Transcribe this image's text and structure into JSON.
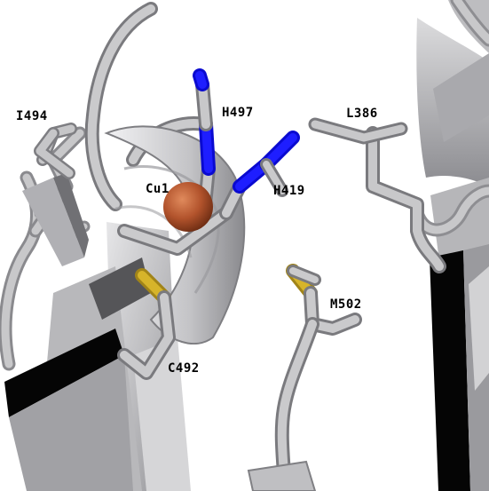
{
  "labels": {
    "i494": "I494",
    "h497": "H497",
    "l386": "L386",
    "cu1": "Cu1",
    "h419": "H419",
    "m502": "M502",
    "c492": "C492"
  },
  "colors": {
    "backbone": "#c8c8ca",
    "backbone_dark": "#8a8a8e",
    "sheet_dark": "#050505",
    "stick_carbon": "#c6c6c8",
    "nitrogen": "#1414ff",
    "sulfur": "#d4b226",
    "copper": "#b2532c",
    "label": "#000000",
    "background": "#ffffff"
  }
}
